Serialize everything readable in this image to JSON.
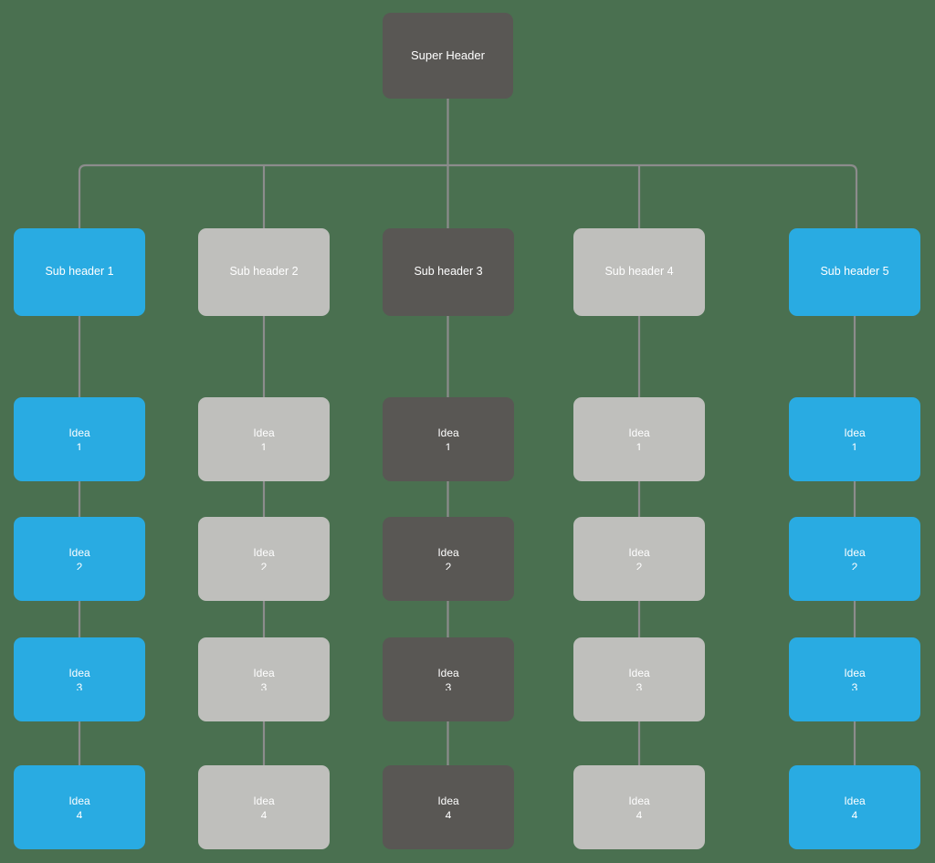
{
  "diagram": {
    "type": "org-chart",
    "title": "Super Header",
    "background_color": "#4a7050",
    "connector_color": "#8c8c8c",
    "palette": {
      "dark": "#595754",
      "blue": "#29abe2",
      "gray": "#bfbfbc",
      "text": "#ffffff"
    },
    "root": {
      "label": "Super Header",
      "color": "#595754"
    },
    "columns": [
      {
        "header": "Sub header 1",
        "color": "#29abe2",
        "ideas": [
          {
            "label": "Idea",
            "number": "1"
          },
          {
            "label": "Idea",
            "number": "2"
          },
          {
            "label": "Idea",
            "number": "3"
          },
          {
            "label": "Idea",
            "number": "4"
          }
        ]
      },
      {
        "header": "Sub header 2",
        "color": "#bfbfbc",
        "ideas": [
          {
            "label": "Idea",
            "number": "1"
          },
          {
            "label": "Idea",
            "number": "2"
          },
          {
            "label": "Idea",
            "number": "3"
          },
          {
            "label": "Idea",
            "number": "4"
          }
        ]
      },
      {
        "header": "Sub header 3",
        "color": "#595754",
        "ideas": [
          {
            "label": "Idea",
            "number": "1"
          },
          {
            "label": "Idea",
            "number": "2"
          },
          {
            "label": "Idea",
            "number": "3"
          },
          {
            "label": "Idea",
            "number": "4"
          }
        ]
      },
      {
        "header": "Sub header 4",
        "color": "#bfbfbc",
        "ideas": [
          {
            "label": "Idea",
            "number": "1"
          },
          {
            "label": "Idea",
            "number": "2"
          },
          {
            "label": "Idea",
            "number": "3"
          },
          {
            "label": "Idea",
            "number": "4"
          }
        ]
      },
      {
        "header": "Sub header 5",
        "color": "#29abe2",
        "ideas": [
          {
            "label": "Idea",
            "number": "1"
          },
          {
            "label": "Idea",
            "number": "2"
          },
          {
            "label": "Idea",
            "number": "3"
          },
          {
            "label": "Idea",
            "number": "4"
          }
        ]
      }
    ]
  }
}
